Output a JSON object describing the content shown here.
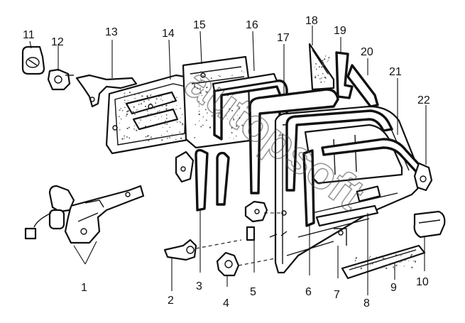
{
  "callouts": [
    {
      "id": "1",
      "label": "1"
    },
    {
      "id": "2",
      "label": "2"
    },
    {
      "id": "3",
      "label": "3"
    },
    {
      "id": "4",
      "label": "4"
    },
    {
      "id": "5",
      "label": "5"
    },
    {
      "id": "6",
      "label": "6"
    },
    {
      "id": "7",
      "label": "7"
    },
    {
      "id": "8",
      "label": "8"
    },
    {
      "id": "9",
      "label": "9"
    },
    {
      "id": "10",
      "label": "10"
    },
    {
      "id": "11",
      "label": "11"
    },
    {
      "id": "12",
      "label": "12"
    },
    {
      "id": "13",
      "label": "13"
    },
    {
      "id": "14",
      "label": "14"
    },
    {
      "id": "15",
      "label": "15"
    },
    {
      "id": "16",
      "label": "16"
    },
    {
      "id": "17",
      "label": "17"
    },
    {
      "id": "18",
      "label": "18"
    },
    {
      "id": "19",
      "label": "19"
    },
    {
      "id": "20",
      "label": "20"
    },
    {
      "id": "21",
      "label": "21"
    },
    {
      "id": "22",
      "label": "22"
    }
  ],
  "watermark": "autopsoft",
  "colors": {
    "line": "#111111",
    "background": "#ffffff",
    "watermark": "#444444"
  }
}
